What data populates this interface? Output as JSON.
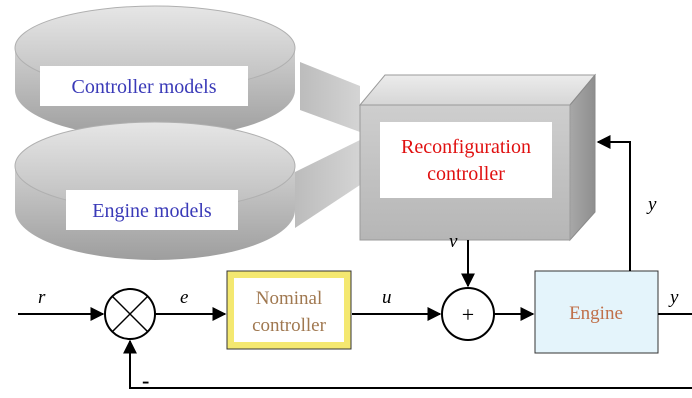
{
  "models": {
    "controller": "Controller models",
    "engine": "Engine models"
  },
  "blocks": {
    "reconfiguration_line1": "Reconfiguration",
    "reconfiguration_line2": "controller",
    "nominal_line1": "Nominal",
    "nominal_line2": "controller",
    "engine": "Engine"
  },
  "signals": {
    "r": "r",
    "e": "e",
    "u": "u",
    "v": "v",
    "y_feedback": "y",
    "y_output": "y",
    "minus": "-",
    "plus": "+"
  },
  "colors": {
    "model_text": "#3a3ab8",
    "reconfig_text": "#e01010",
    "nominal_text": "#a07850",
    "engine_text": "#c0704a",
    "nominal_fill": "#ffffff",
    "nominal_border": "#f4e870",
    "engine_fill": "#e4f4fb",
    "box_gray": "#c4c4c4",
    "line": "#000000"
  }
}
